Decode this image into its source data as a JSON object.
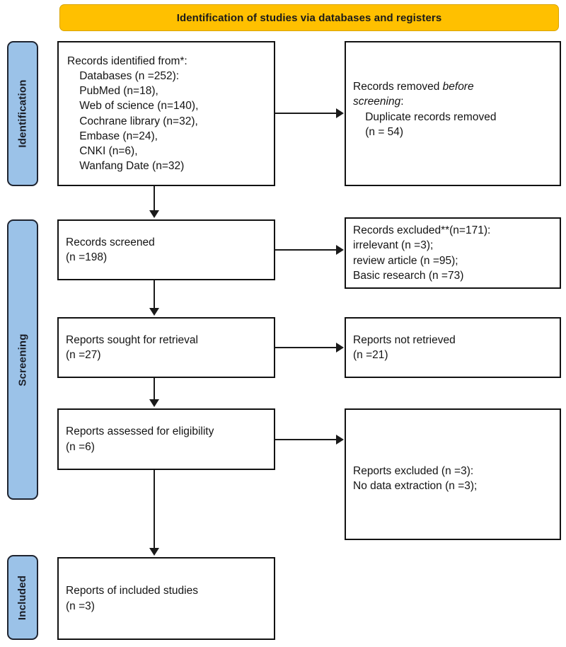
{
  "colors": {
    "banner_fill": "#FFC000",
    "stage_fill": "#9BC2E8",
    "box_border": "#121212",
    "connector": "#1A1A1A"
  },
  "banner": {
    "title": "Identification of studies via databases and registers"
  },
  "stages": [
    {
      "id": "identification",
      "label": "Identification"
    },
    {
      "id": "screening",
      "label": "Screening"
    },
    {
      "id": "included",
      "label": "Included"
    }
  ],
  "boxes": {
    "identified": {
      "line1": "Records identified from*:",
      "line2": "    Databases (n =252):",
      "line3": "    PubMed (n=18),",
      "line4": "    Web of science (n=140),",
      "line5": "    Cochrane library (n=32),",
      "line6": "    Embase (n=24),",
      "line7": "    CNKI (n=6),",
      "line8": "    Wanfang Date (n=32)"
    },
    "removed": {
      "lead": "Records removed ",
      "italic_1": "before",
      "italic_2": "screening",
      "colon": ":",
      "line3": "    Duplicate records removed",
      "line4": "    (n = 54)"
    },
    "screened": {
      "line1": "Records screened",
      "line2": "(n =198)"
    },
    "records_excluded": {
      "line1": "Records excluded**(n=171):",
      "line2": "irrelevant (n =3);",
      "line3": "review article (n =95);",
      "line4": "Basic research (n =73)"
    },
    "sought": {
      "line1": "Reports sought for retrieval",
      "line2": "(n =27)"
    },
    "not_retrieved": {
      "line1": "Reports not retrieved",
      "line2": "(n =21)"
    },
    "assessed": {
      "line1": "Reports assessed for eligibility",
      "line2": "(n =6)"
    },
    "reports_excluded": {
      "line1": "Reports excluded (n =3):",
      "line2": "No data extraction (n =3);"
    },
    "included": {
      "line1": "Reports of included studies",
      "line2": "(n =3)"
    }
  },
  "chart_data": {
    "type": "diagram",
    "title": "PRISMA 2020 flow diagram",
    "nodes": [
      {
        "id": "identified",
        "stage": "Identification",
        "column": "left",
        "label": "Records identified from*",
        "n_total": 252,
        "sources": [
          {
            "name": "PubMed",
            "n": 18
          },
          {
            "name": "Web of science",
            "n": 140
          },
          {
            "name": "Cochrane library",
            "n": 32
          },
          {
            "name": "Embase",
            "n": 24
          },
          {
            "name": "CNKI",
            "n": 6
          },
          {
            "name": "Wanfang Date",
            "n": 32
          }
        ]
      },
      {
        "id": "removed",
        "stage": "Identification",
        "column": "right",
        "label": "Records removed before screening: Duplicate records removed",
        "n": 54
      },
      {
        "id": "screened",
        "stage": "Screening",
        "column": "left",
        "label": "Records screened",
        "n": 198
      },
      {
        "id": "records_excluded",
        "stage": "Screening",
        "column": "right",
        "label": "Records excluded**",
        "n": 171,
        "reasons": [
          {
            "name": "irrelevant",
            "n": 3
          },
          {
            "name": "review article",
            "n": 95
          },
          {
            "name": "Basic research",
            "n": 73
          }
        ]
      },
      {
        "id": "sought",
        "stage": "Screening",
        "column": "left",
        "label": "Reports sought for retrieval",
        "n": 27
      },
      {
        "id": "not_retrieved",
        "stage": "Screening",
        "column": "right",
        "label": "Reports not retrieved",
        "n": 21
      },
      {
        "id": "assessed",
        "stage": "Screening",
        "column": "left",
        "label": "Reports assessed for eligibility",
        "n": 6
      },
      {
        "id": "reports_excluded",
        "stage": "Screening",
        "column": "right",
        "label": "Reports excluded",
        "n": 3,
        "reasons": [
          {
            "name": "No data extraction",
            "n": 3
          }
        ]
      },
      {
        "id": "included",
        "stage": "Included",
        "column": "left",
        "label": "Reports of included studies",
        "n": 3
      }
    ],
    "edges": [
      {
        "from": "identified",
        "to": "removed",
        "direction": "right"
      },
      {
        "from": "identified",
        "to": "screened",
        "direction": "down"
      },
      {
        "from": "screened",
        "to": "records_excluded",
        "direction": "right"
      },
      {
        "from": "screened",
        "to": "sought",
        "direction": "down"
      },
      {
        "from": "sought",
        "to": "not_retrieved",
        "direction": "right"
      },
      {
        "from": "sought",
        "to": "assessed",
        "direction": "down"
      },
      {
        "from": "assessed",
        "to": "reports_excluded",
        "direction": "right"
      },
      {
        "from": "assessed",
        "to": "included",
        "direction": "down"
      }
    ]
  }
}
